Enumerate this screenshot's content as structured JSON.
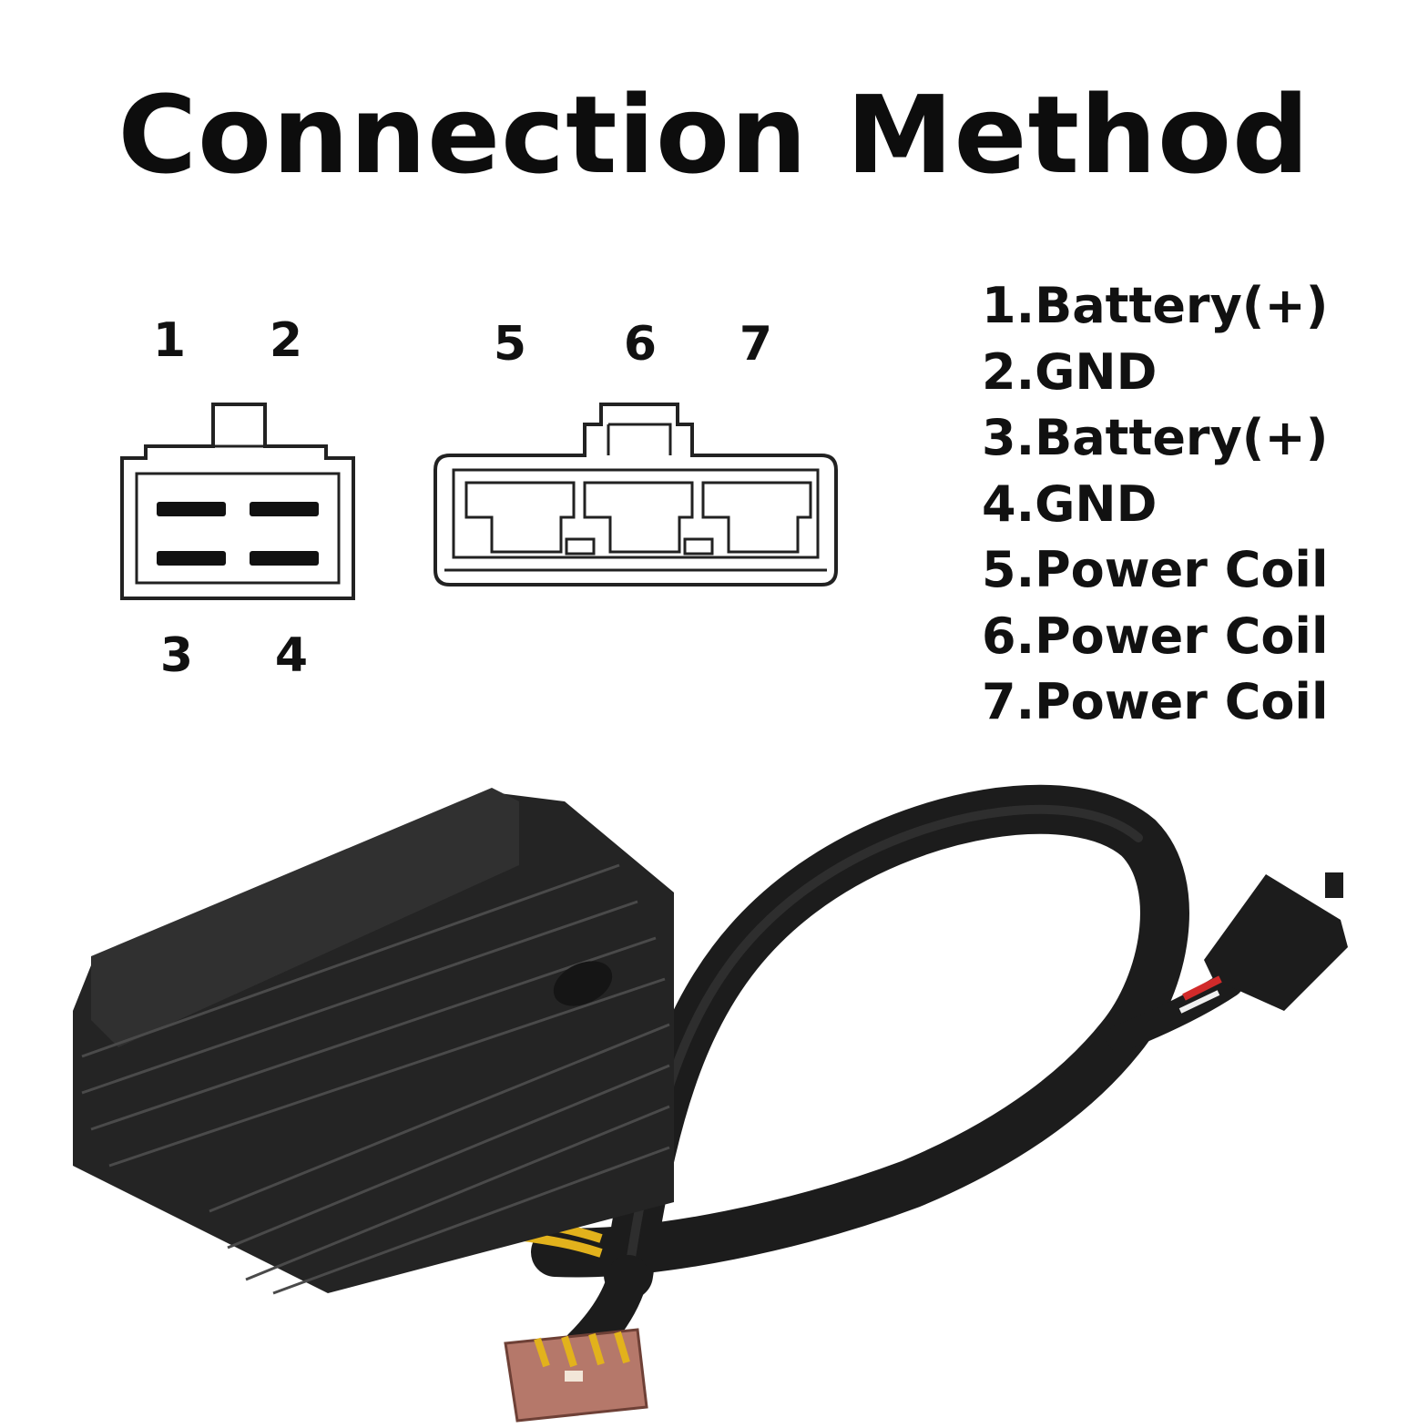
{
  "title": "Connection Method",
  "connector_4pin": {
    "top_pins": [
      "1",
      "2"
    ],
    "bottom_pins": [
      "3",
      "4"
    ]
  },
  "connector_3pin": {
    "pins": [
      "5",
      "6",
      "7"
    ]
  },
  "pin_legend": [
    "1.Battery(+)",
    "2.GND",
    "3.Battery(+)",
    "4.GND",
    "5.Power Coil",
    "6.Power Coil",
    "7.Power Coil"
  ],
  "colors": {
    "background": "#ffffff",
    "text": "#111111",
    "regulator_body": "#2a2a2a",
    "cable": "#1c1c1c",
    "plug_4pin": "#b5786a",
    "wire_yellow": "#e2b21c",
    "wire_red": "#d12a2a"
  }
}
